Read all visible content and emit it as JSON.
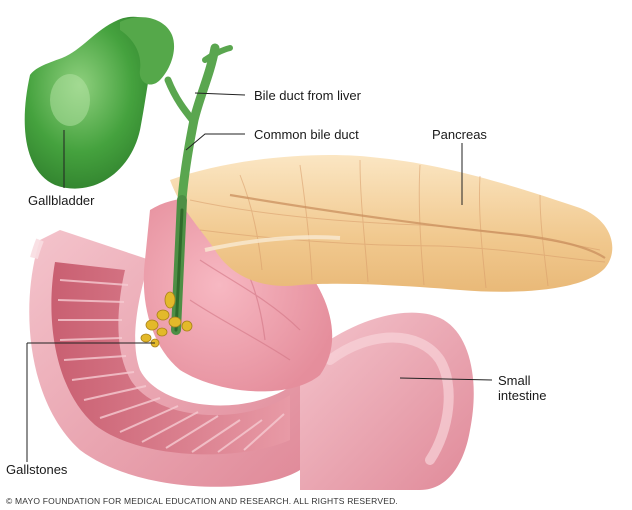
{
  "labels": {
    "bile_duct_from_liver": "Bile duct from liver",
    "common_bile_duct": "Common bile duct",
    "pancreas": "Pancreas",
    "gallbladder": "Gallbladder",
    "small_intestine_line1": "Small",
    "small_intestine_line2": "intestine",
    "gallstones": "Gallstones"
  },
  "copyright": "© MAYO FOUNDATION FOR MEDICAL EDUCATION AND RESEARCH. ALL RIGHTS RESERVED.",
  "colors": {
    "gallbladder": "#3f9a3a",
    "pancreas": "#f2cf9a",
    "intestine": "#e7a3ad",
    "gallstones": "#e3b92a"
  }
}
